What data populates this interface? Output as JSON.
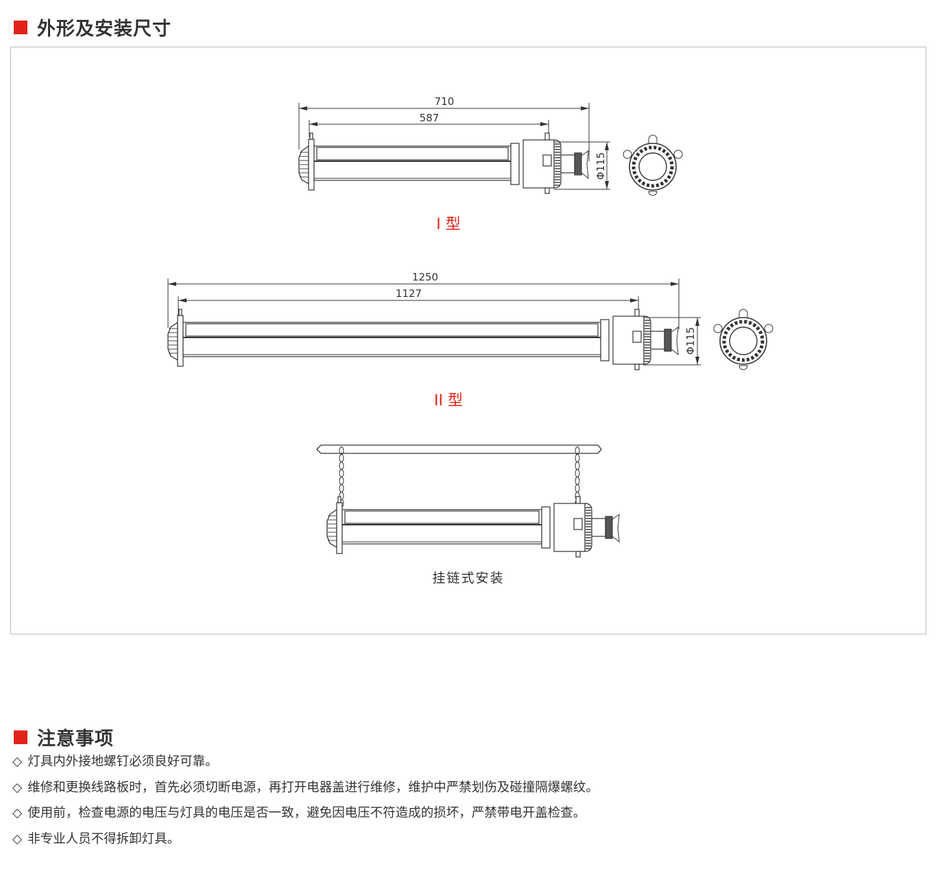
{
  "section1": {
    "title": "外形及安装尺寸"
  },
  "drawings": {
    "type1": {
      "label": "I 型",
      "overall_length": "710",
      "tube_length": "587",
      "diameter": "Φ115"
    },
    "type2": {
      "label": "II 型",
      "overall_length": "1250",
      "tube_length": "1127",
      "diameter": "Φ115"
    },
    "chain": {
      "caption": "挂链式安装"
    }
  },
  "section2": {
    "title": "注意事项",
    "bullet": "◇",
    "items": [
      "灯具内外接地螺钉必须良好可靠。",
      "维修和更换线路板时，首先必须切断电源，再打开电器盖进行维修，维护中严禁划伤及碰撞隔爆螺纹。",
      "使用前，检查电源的电压与灯具的电压是否一致，避免因电压不符造成的损坏，严禁带电开盖检查。",
      "非专业人员不得拆卸灯具。"
    ]
  },
  "colors": {
    "accent": "#e2231a",
    "line": "#333333",
    "border": "#bdbdbd"
  }
}
